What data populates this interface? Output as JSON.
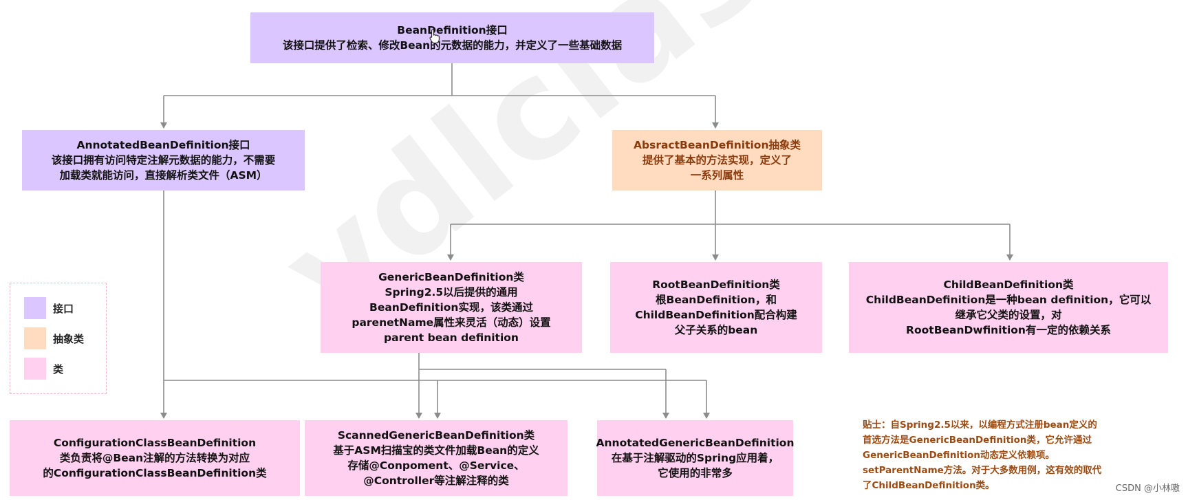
{
  "nodes": {
    "bean_definition": {
      "title": "BeanDefinition接口",
      "lines": [
        "该接口提供了检索、修改Bean的元数据的能力，并定义了一些基础数据"
      ],
      "color": "#dcc6ff"
    },
    "annotated_bean_definition": {
      "title": "AnnotatedBeanDefinition接口",
      "lines": [
        "该接口拥有访问特定注解元数据的能力，不需要",
        "加载类就能访问，直接解析类文件（ASM）"
      ],
      "color": "#dcc6ff"
    },
    "abstract_bean_definition": {
      "title": "AbsractBeanDefinition抽象类",
      "lines": [
        "提供了基本的方法实现，定义了",
        "一系列属性"
      ],
      "color": "#ffdcbf",
      "text_color": "#8a3a0c"
    },
    "generic_bean_definition": {
      "title": "GenericBeanDefinition类",
      "lines": [
        "Spring2.5以后提供的通用",
        "BeanDefinition实现，该类通过",
        "parenetName属性来灵活（动态）设置",
        "parent bean definition"
      ],
      "color": "#ffd0ef"
    },
    "root_bean_definition": {
      "title": "RootBeanDefinition类",
      "lines": [
        "根BeanDefinition，和",
        "ChildBeanDefinition配合构建",
        "父子关系的bean"
      ],
      "color": "#ffd0ef"
    },
    "child_bean_definition": {
      "title": "ChildBeanDefinition类",
      "lines": [
        "ChildBeanDefinition是一种bean definition，它可以",
        "继承它父类的设置，对",
        "RootBeanDwfinition有一定的依赖关系"
      ],
      "color": "#ffd0ef"
    },
    "configuration_class_bean_definition": {
      "title": "ConfigurationClassBeanDefinition",
      "lines": [
        "类负责将@Bean注解的方法转换为对应",
        "的ConfigurationClassBeanDefinition类"
      ],
      "color": "#ffd0ef"
    },
    "scanned_generic_bean_definition": {
      "title": "ScannedGenericBeanDefinition类",
      "lines": [
        "基于ASM扫描宝的类文件加载Bean的定义",
        "存储@Conpoment、@Service、",
        "@Controller等注解注释的类"
      ],
      "color": "#ffd0ef"
    },
    "annotated_generic_bean_definition": {
      "title": "AnnotatedGenericBeanDefinition",
      "lines": [
        "在基于注解驱动的Spring应用着，",
        "它使用的非常多"
      ],
      "color": "#ffd0ef"
    }
  },
  "legend": [
    {
      "label": "接口",
      "color": "#dcc6ff"
    },
    {
      "label": "抽象类",
      "color": "#ffdcbf"
    },
    {
      "label": "类",
      "color": "#ffd0ef"
    }
  ],
  "tip": {
    "lines": [
      "贴士：自Spring2.5以来，以编程方式注册bean定义的",
      "首选方法是GenericBeanDefinition类，它允许通过",
      "GenericBeanDefinition动态定义依赖项。",
      "setParentName方法。对于大多数用例，这有效的取代",
      "了ChildBeanDefinition类。"
    ],
    "color": "#9b4a12"
  },
  "watermark": "ydlclass.com",
  "credit": "CSDN @小林嗷",
  "colors": {
    "connector": "#8c8c8c"
  }
}
